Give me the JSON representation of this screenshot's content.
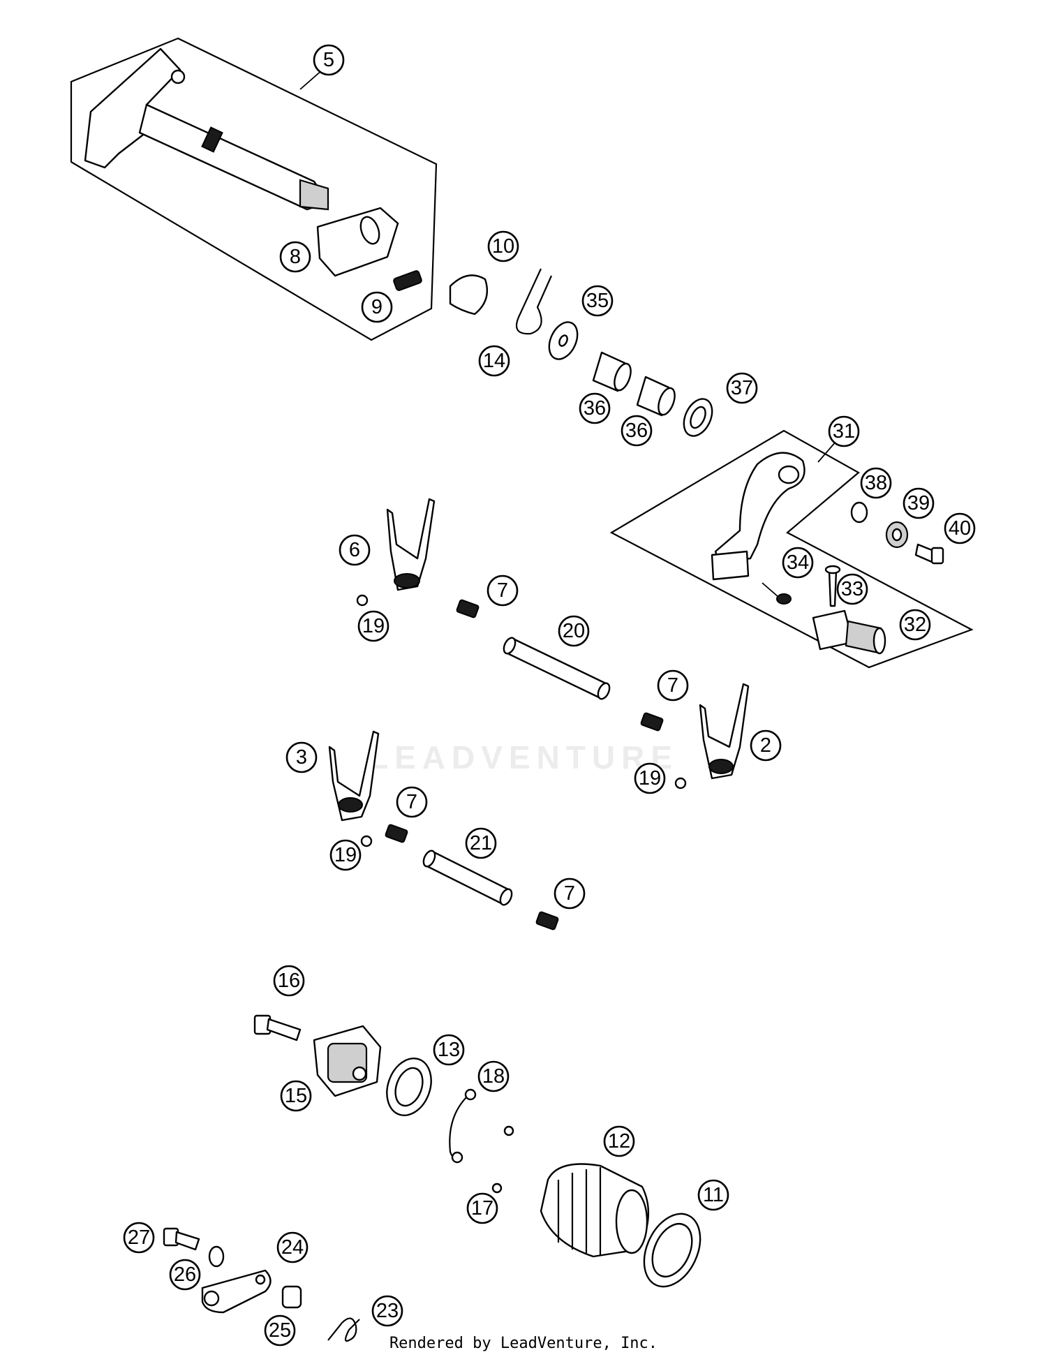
{
  "diagram": {
    "watermark": "LEADVENTURE",
    "footer_text": "Rendered by LeadVenture, Inc.",
    "callouts": [
      {
        "id": "c-5",
        "label": "5"
      },
      {
        "id": "c-8",
        "label": "8"
      },
      {
        "id": "c-9",
        "label": "9"
      },
      {
        "id": "c-10",
        "label": "10"
      },
      {
        "id": "c-14",
        "label": "14"
      },
      {
        "id": "c-35",
        "label": "35"
      },
      {
        "id": "c-36a",
        "label": "36"
      },
      {
        "id": "c-36b",
        "label": "36"
      },
      {
        "id": "c-37",
        "label": "37"
      },
      {
        "id": "c-31",
        "label": "31"
      },
      {
        "id": "c-38",
        "label": "38"
      },
      {
        "id": "c-39",
        "label": "39"
      },
      {
        "id": "c-40",
        "label": "40"
      },
      {
        "id": "c-34",
        "label": "34"
      },
      {
        "id": "c-33",
        "label": "33"
      },
      {
        "id": "c-32",
        "label": "32"
      },
      {
        "id": "c-6",
        "label": "6"
      },
      {
        "id": "c-19a",
        "label": "19"
      },
      {
        "id": "c-7a",
        "label": "7"
      },
      {
        "id": "c-20",
        "label": "20"
      },
      {
        "id": "c-7b",
        "label": "7"
      },
      {
        "id": "c-2",
        "label": "2"
      },
      {
        "id": "c-19b",
        "label": "19"
      },
      {
        "id": "c-3",
        "label": "3"
      },
      {
        "id": "c-7c",
        "label": "7"
      },
      {
        "id": "c-19c",
        "label": "19"
      },
      {
        "id": "c-21",
        "label": "21"
      },
      {
        "id": "c-7d",
        "label": "7"
      },
      {
        "id": "c-16",
        "label": "16"
      },
      {
        "id": "c-15",
        "label": "15"
      },
      {
        "id": "c-13",
        "label": "13"
      },
      {
        "id": "c-18",
        "label": "18"
      },
      {
        "id": "c-12",
        "label": "12"
      },
      {
        "id": "c-11",
        "label": "11"
      },
      {
        "id": "c-17",
        "label": "17"
      },
      {
        "id": "c-27",
        "label": "27"
      },
      {
        "id": "c-24",
        "label": "24"
      },
      {
        "id": "c-26",
        "label": "26"
      },
      {
        "id": "c-23",
        "label": "23"
      },
      {
        "id": "c-25",
        "label": "25"
      }
    ]
  }
}
